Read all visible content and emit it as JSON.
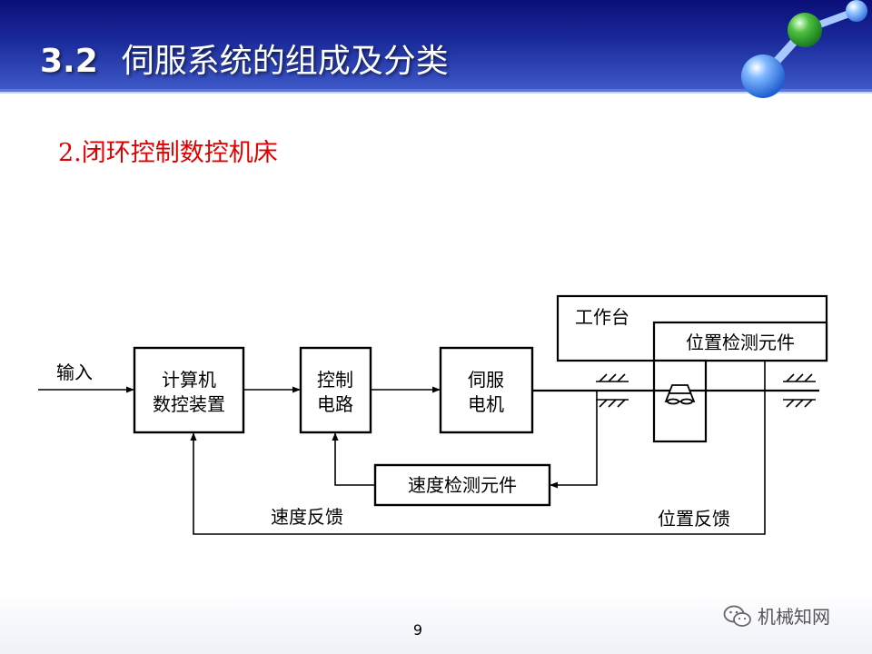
{
  "slide": {
    "title_number": "3.2",
    "title_text": "伺服系统的组成及分类",
    "subtitle": "2.闭环控制数控机床",
    "page_number": "9"
  },
  "diagram": {
    "input_label": "输入",
    "blocks": {
      "computer_line1": "计算机",
      "computer_line2": "数控装置",
      "control_line1": "控制",
      "control_line2": "电路",
      "motor_line1": "伺服",
      "motor_line2": "电机",
      "speed_sensor": "速度检测元件",
      "worktable": "工作台",
      "position_sensor": "位置检测元件"
    },
    "feedback": {
      "speed": "速度反馈",
      "position": "位置反馈"
    }
  },
  "watermark": {
    "text": "机械知网"
  },
  "colors": {
    "title_bar": "#1a2a9a",
    "subtitle": "#e00000"
  }
}
